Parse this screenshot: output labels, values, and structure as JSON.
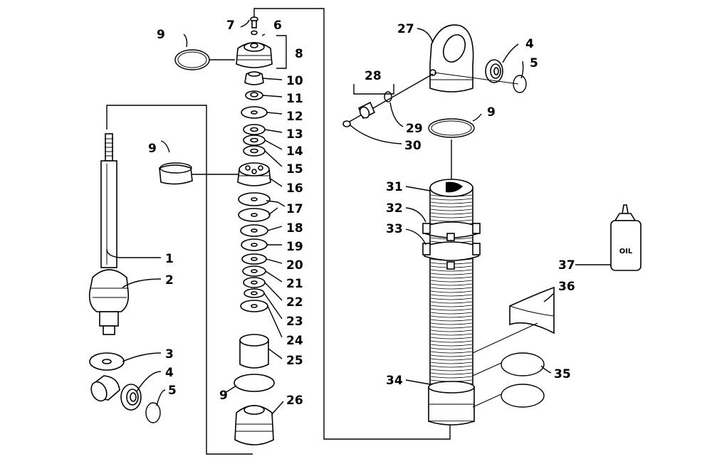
{
  "diagram": {
    "callouts": [
      {
        "id": "c1",
        "text": "1"
      },
      {
        "id": "c2",
        "text": "2"
      },
      {
        "id": "c3",
        "text": "3"
      },
      {
        "id": "c4a",
        "text": "4"
      },
      {
        "id": "c5a",
        "text": "5"
      },
      {
        "id": "c4b",
        "text": "4"
      },
      {
        "id": "c5b",
        "text": "5"
      },
      {
        "id": "c6",
        "text": "6"
      },
      {
        "id": "c7",
        "text": "7"
      },
      {
        "id": "c8",
        "text": "8"
      },
      {
        "id": "c9a",
        "text": "9"
      },
      {
        "id": "c9b",
        "text": "9"
      },
      {
        "id": "c9c",
        "text": "9"
      },
      {
        "id": "c9d",
        "text": "9"
      },
      {
        "id": "c10",
        "text": "10"
      },
      {
        "id": "c11",
        "text": "11"
      },
      {
        "id": "c12",
        "text": "12"
      },
      {
        "id": "c13",
        "text": "13"
      },
      {
        "id": "c14",
        "text": "14"
      },
      {
        "id": "c15",
        "text": "15"
      },
      {
        "id": "c16",
        "text": "16"
      },
      {
        "id": "c17",
        "text": "17"
      },
      {
        "id": "c18",
        "text": "18"
      },
      {
        "id": "c19",
        "text": "19"
      },
      {
        "id": "c20",
        "text": "20"
      },
      {
        "id": "c21",
        "text": "21"
      },
      {
        "id": "c22",
        "text": "22"
      },
      {
        "id": "c23",
        "text": "23"
      },
      {
        "id": "c24",
        "text": "24"
      },
      {
        "id": "c25",
        "text": "25"
      },
      {
        "id": "c26",
        "text": "26"
      },
      {
        "id": "c27",
        "text": "27"
      },
      {
        "id": "c28",
        "text": "28"
      },
      {
        "id": "c29",
        "text": "29"
      },
      {
        "id": "c30",
        "text": "30"
      },
      {
        "id": "c31",
        "text": "31"
      },
      {
        "id": "c32",
        "text": "32"
      },
      {
        "id": "c33",
        "text": "33"
      },
      {
        "id": "c34",
        "text": "34"
      },
      {
        "id": "c35",
        "text": "35"
      },
      {
        "id": "c36",
        "text": "36"
      },
      {
        "id": "c37",
        "text": "37"
      }
    ],
    "oil_bottle_label": "OIL"
  }
}
